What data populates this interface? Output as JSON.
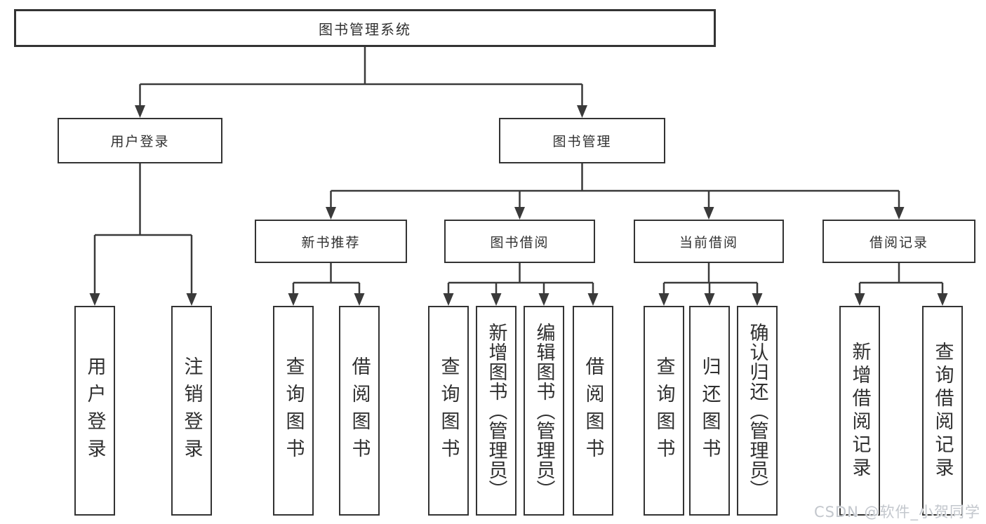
{
  "diagram": {
    "root": {
      "label": "图书管理系统"
    },
    "branches": [
      {
        "label": "用户登录",
        "leaves": [
          {
            "label": "用户登录"
          },
          {
            "label": "注销登录"
          }
        ]
      },
      {
        "label": "图书管理",
        "groups": [
          {
            "label": "新书推荐",
            "leaves": [
              {
                "label": "查询图书"
              },
              {
                "label": "借阅图书"
              }
            ]
          },
          {
            "label": "图书借阅",
            "leaves": [
              {
                "label": "查询图书"
              },
              {
                "label": "新增图书（管理员）"
              },
              {
                "label": "编辑图书（管理员）"
              },
              {
                "label": "借阅图书"
              }
            ]
          },
          {
            "label": "当前借阅",
            "leaves": [
              {
                "label": "查询图书"
              },
              {
                "label": "归还图书"
              },
              {
                "label": "确认归还（管理员）"
              }
            ]
          },
          {
            "label": "借阅记录",
            "leaves": [
              {
                "label": "新增借阅记录"
              },
              {
                "label": "查询借阅记录"
              }
            ]
          }
        ]
      }
    ]
  },
  "watermark": {
    "text": "CSDN @软件_小贺同学"
  },
  "colors": {
    "line": "#3a3a3a",
    "box_border": "#333333",
    "text": "#303030",
    "watermark": "#c3c7cd",
    "background": "#ffffff"
  }
}
